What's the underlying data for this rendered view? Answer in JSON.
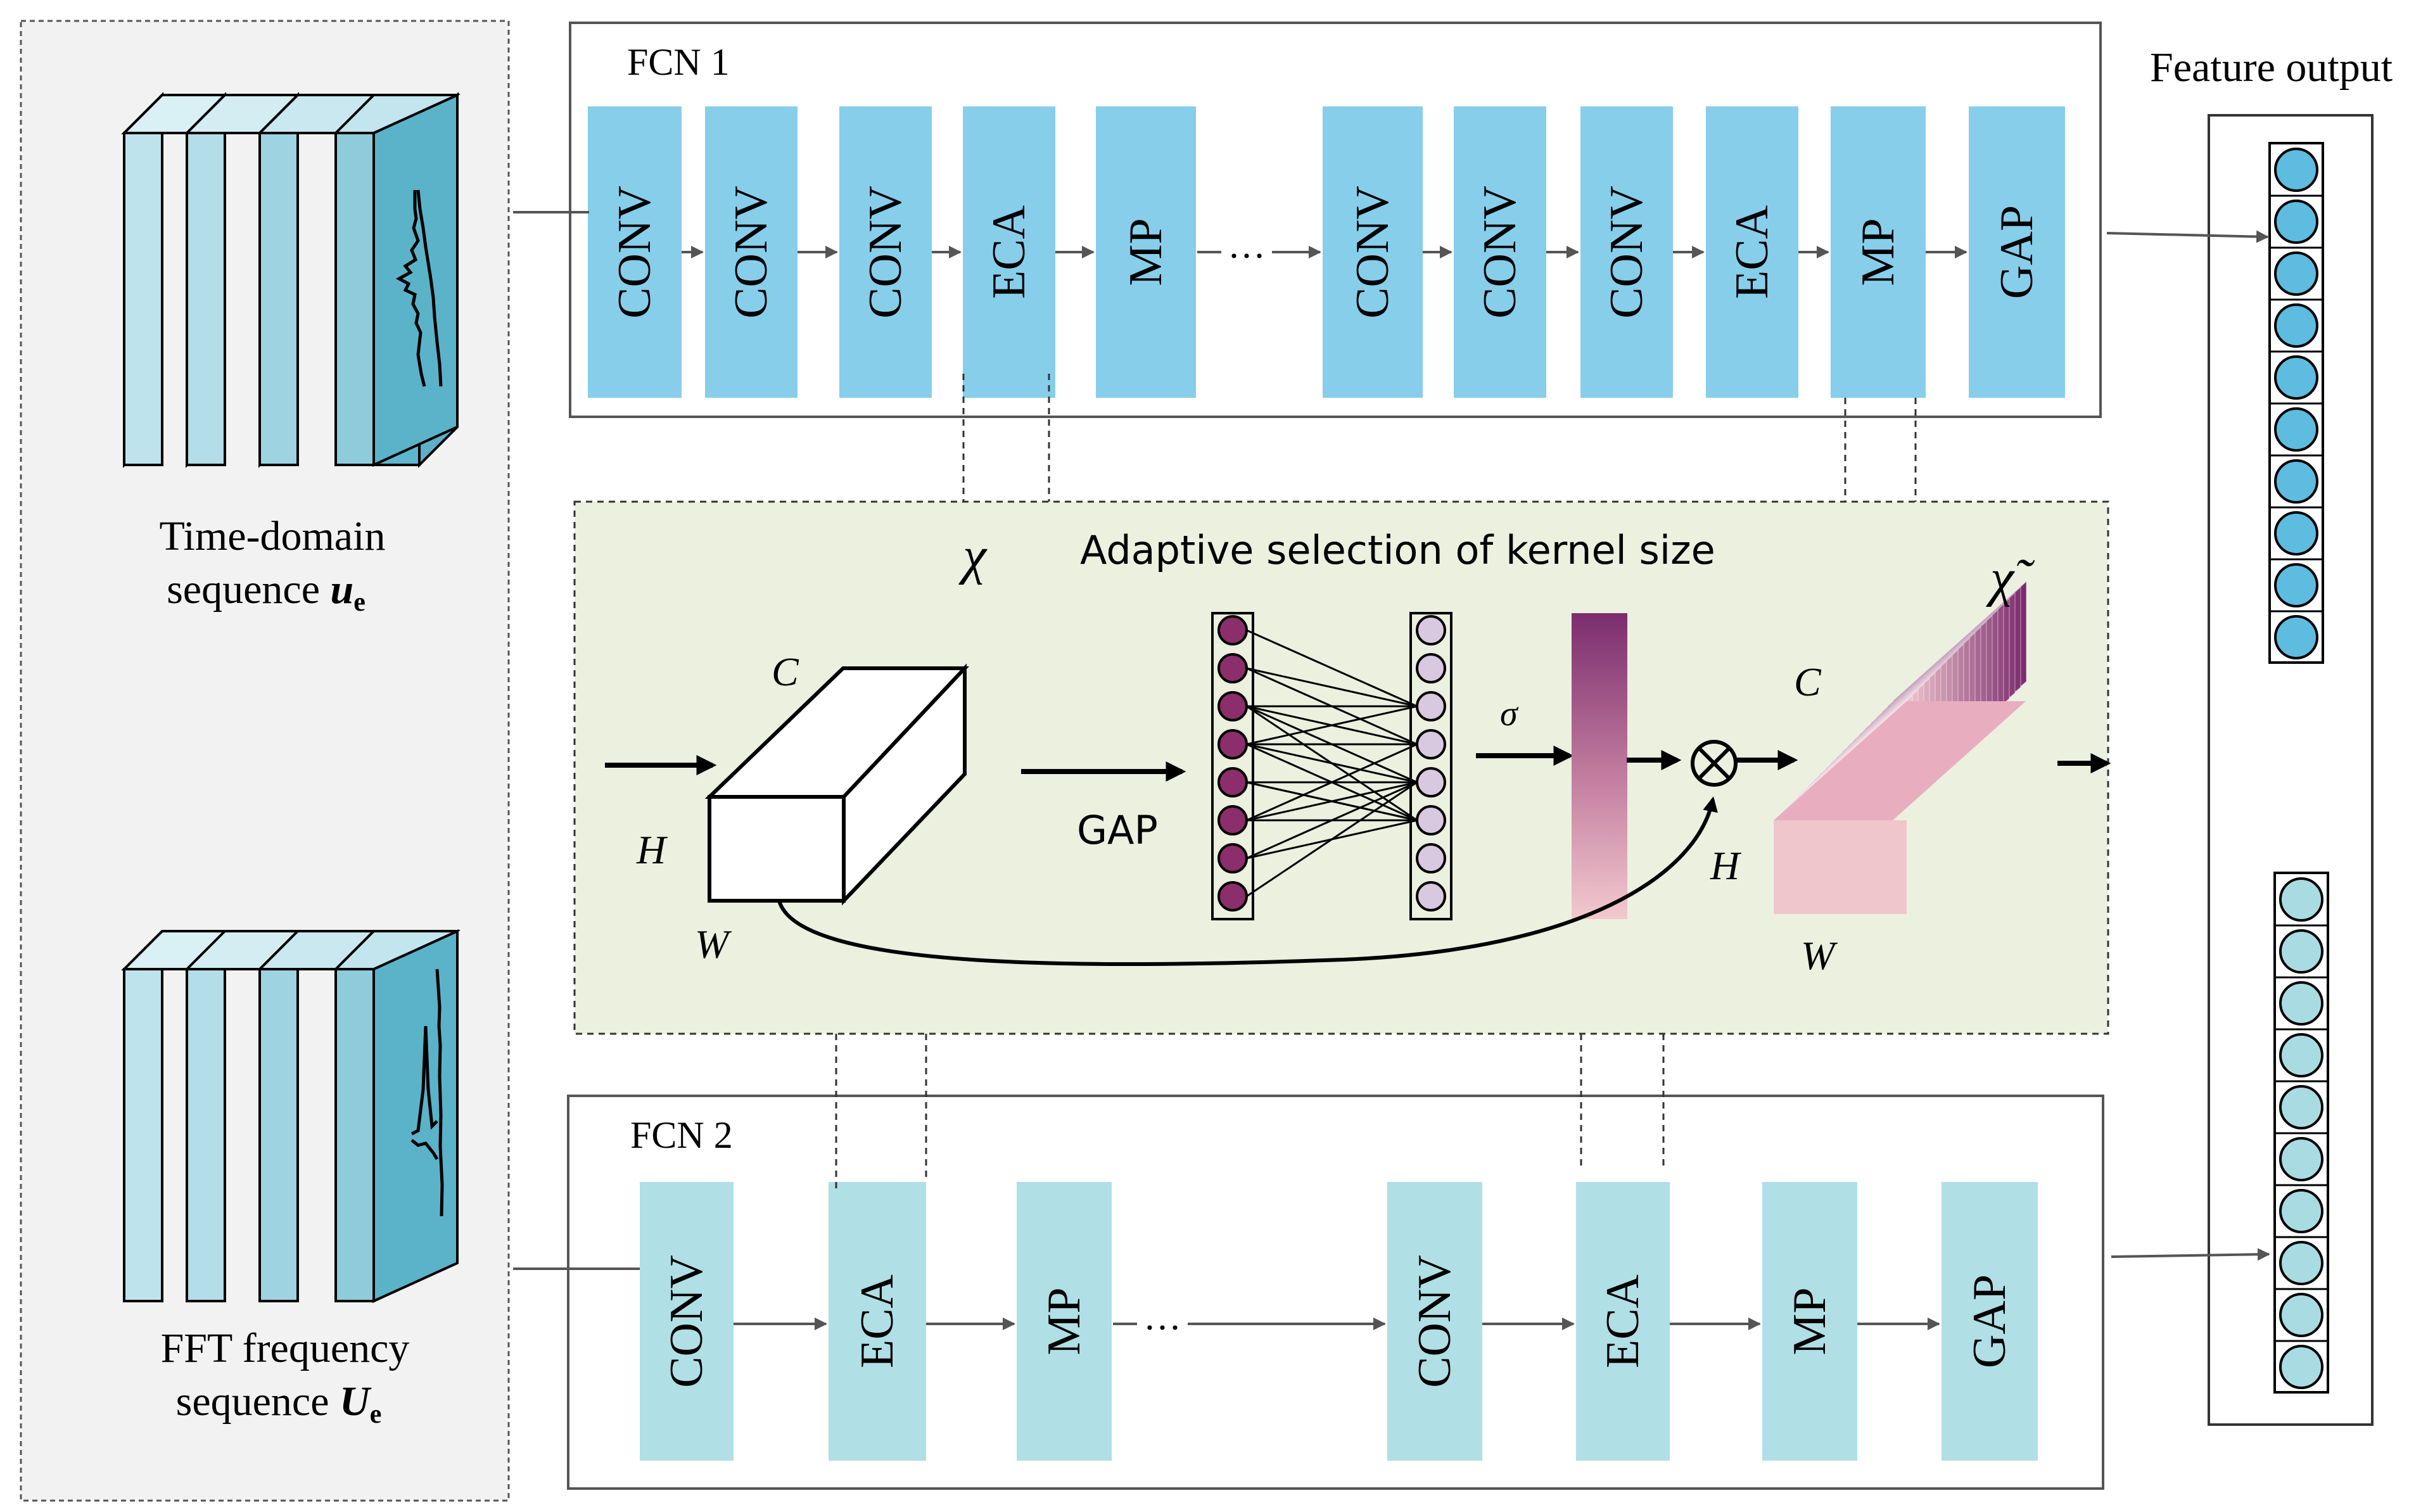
{
  "inputs": {
    "time": {
      "line1": "Time-domain",
      "line2": "sequence ",
      "symbol": "u",
      "subscript": "e"
    },
    "freq": {
      "line1": "FFT frequency",
      "line2": "sequence ",
      "symbol": "U",
      "subscript": "e"
    }
  },
  "fcn1": {
    "title": "FCN 1",
    "blocks": [
      "CONV",
      "CONV",
      "CONV",
      "ECA",
      "MP",
      "CONV",
      "CONV",
      "CONV",
      "ECA",
      "MP",
      "GAP"
    ],
    "ellipsis": "···"
  },
  "fcn2": {
    "title": "FCN 2",
    "blocks": [
      "CONV",
      "ECA",
      "MP",
      "CONV",
      "ECA",
      "MP",
      "GAP"
    ],
    "ellipsis": "···"
  },
  "eca_detail": {
    "title": "Adaptive selection of kernel size",
    "chi": "χ",
    "chi_tilde": "χ̃",
    "gap_label": "GAP",
    "sigma": "σ",
    "dims": {
      "C": "C",
      "H": "H",
      "W": "W"
    },
    "multiply": "⊗"
  },
  "output": {
    "title": "Feature output"
  },
  "colors": {
    "fcn1_block": "#87CEEB",
    "fcn2_block": "#B0DFE5",
    "eca_panel": "#EBF0DF",
    "input_panel": "#F2F2F2",
    "node_dark": "#8B2E6B",
    "node_light": "#D8C8E0",
    "output_node_blue": "#5DBCE0",
    "output_node_light": "#A8DCE2"
  }
}
